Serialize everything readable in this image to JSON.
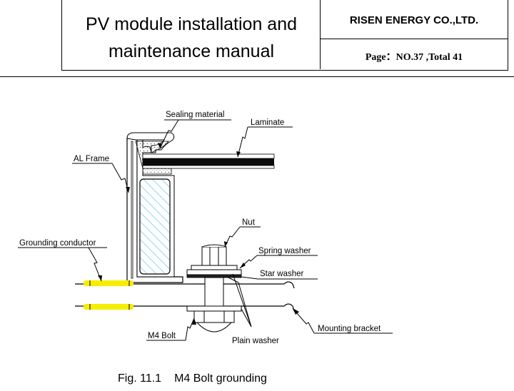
{
  "header": {
    "title_line1": "PV module installation and",
    "title_line2": "maintenance manual",
    "company": "RISEN ENERGY CO.,LTD.",
    "page_info": "Page：NO.37 ,Total 41"
  },
  "figure": {
    "labels": {
      "sealing_material": "Sealing material",
      "laminate": "Laminate",
      "al_frame": "AL Frame",
      "nut": "Nut",
      "grounding_conductor": "Grounding conductor",
      "spring_washer": "Spring washer",
      "star_washer": "Star washer",
      "m4_bolt": "M4 Bolt",
      "mounting_bracket": "Mounting bracket",
      "plain_washer": "Plain washer"
    },
    "caption_number": "Fig. 11.1",
    "caption_text": "M4 Bolt grounding",
    "colors": {
      "conductor": "#f5ee00",
      "hatch": "#62c7e0"
    }
  }
}
